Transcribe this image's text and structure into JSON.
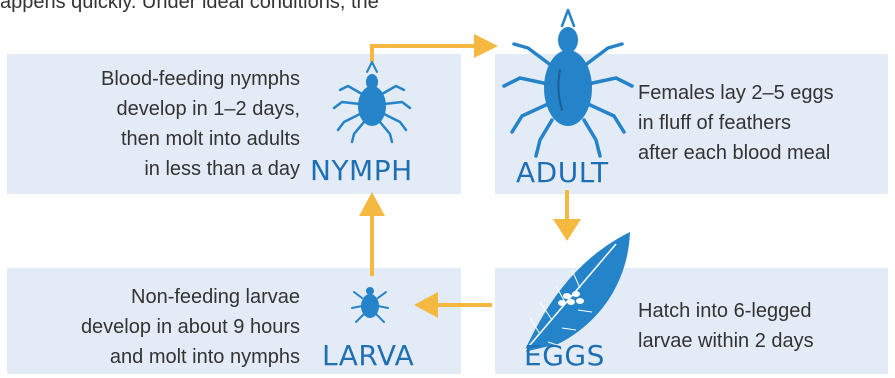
{
  "colors": {
    "accent_blue": "#1f6fb4",
    "icon_blue": "#2584c9",
    "arrow": "#f5b942",
    "panel_bg": "#e3ecf6",
    "text": "#333333"
  },
  "top_text_cropped": "appens quickly. Under ideal conditions, the",
  "stages": {
    "nymph": {
      "label": "NYMPH",
      "icon": "mite-nymph-icon",
      "description": "Blood-feeding nymphs\ndevelop in 1–2 days,\nthen molt into adults\nin less than a day"
    },
    "adult": {
      "label": "ADULT",
      "icon": "mite-adult-icon",
      "description": "Females lay 2–5 eggs\nin fluff of feathers\nafter each blood meal"
    },
    "eggs": {
      "label": "EGGS",
      "icon": "feather-eggs-icon",
      "description": "Hatch into 6-legged\nlarvae within 2 days"
    },
    "larva": {
      "label": "LARVA",
      "icon": "mite-larva-icon",
      "description": "Non-feeding larvae\ndevelop in about 9 hours\nand molt into nymphs"
    }
  }
}
